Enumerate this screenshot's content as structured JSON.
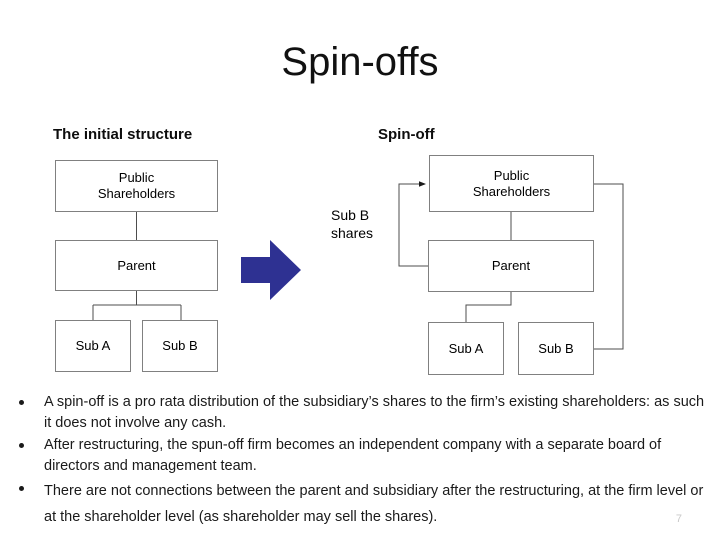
{
  "slide": {
    "title": "Spin-offs",
    "page_number": "7"
  },
  "diagrams": {
    "left": {
      "heading": "The initial structure",
      "nodes": {
        "public_line1": "Public",
        "public_line2": "Shareholders",
        "parent": "Parent",
        "sub_a": "Sub A",
        "sub_b": "Sub B"
      }
    },
    "right": {
      "heading": "Spin-off",
      "nodes": {
        "public_line1": "Public",
        "public_line2": "Shareholders",
        "parent": "Parent",
        "sub_a": "Sub A",
        "sub_b": "Sub B"
      },
      "edge_label_line1": "Sub B",
      "edge_label_line2": "shares"
    }
  },
  "bullets": [
    "A spin-off is a pro rata distribution of the subsidiary’s shares to the firm’s existing shareholders:  as such it does not involve any cash.",
    "After restructuring, the spun-off firm becomes an independent company with a separate board of directors and management team.",
    "There are not connections between the parent and subsidiary after the restructuring, at the firm level or at the shareholder level (as shareholder may sell the shares)."
  ],
  "colors": {
    "arrow": "#2E3192",
    "box_border": "#808080",
    "connector": "#4d4d4d",
    "text": "#000000",
    "page_number": "#c8c8c8",
    "background": "#ffffff"
  }
}
